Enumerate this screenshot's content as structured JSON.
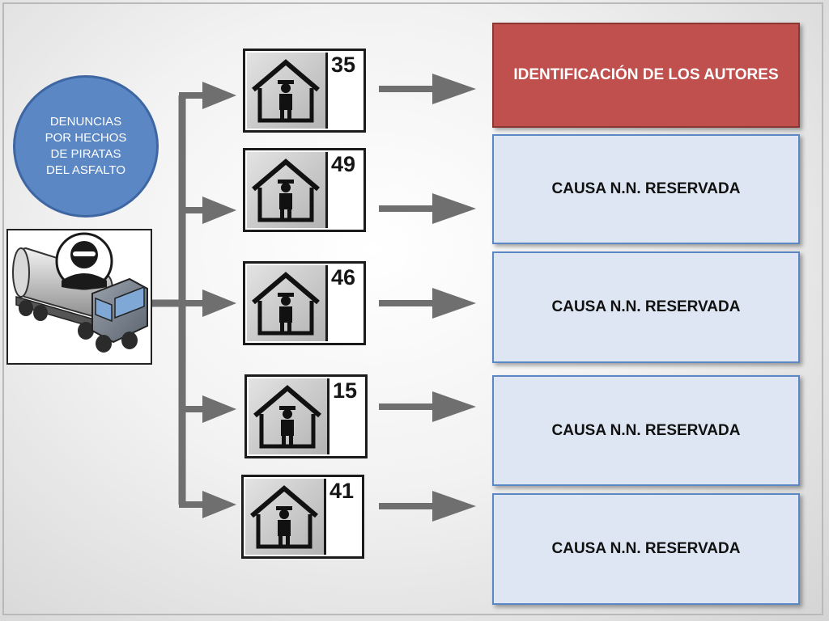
{
  "slide": {
    "source_circle": {
      "lines": [
        "DENUNCIAS",
        "POR HECHOS",
        "DE PIRATAS",
        "DEL ASFALTO"
      ]
    },
    "truck_icon": "tanker-truck-thief-icon",
    "station_icon": "police-station-icon",
    "stations": [
      {
        "count": "35"
      },
      {
        "count": "49"
      },
      {
        "count": "46"
      },
      {
        "count": "15"
      },
      {
        "count": "41"
      }
    ],
    "outcomes": [
      {
        "label": "IDENTIFICACIÓN DE LOS AUTORES",
        "color": "#c0504d"
      },
      {
        "label": "CAUSA N.N. RESERVADA",
        "color": "#dde6f2"
      },
      {
        "label": "CAUSA N.N. RESERVADA",
        "color": "#dde6f2"
      },
      {
        "label": "CAUSA N.N. RESERVADA",
        "color": "#dde6f2"
      },
      {
        "label": "CAUSA N.N. RESERVADA",
        "color": "#dde6f2"
      }
    ],
    "arrow_color": "#6f6f6f"
  }
}
